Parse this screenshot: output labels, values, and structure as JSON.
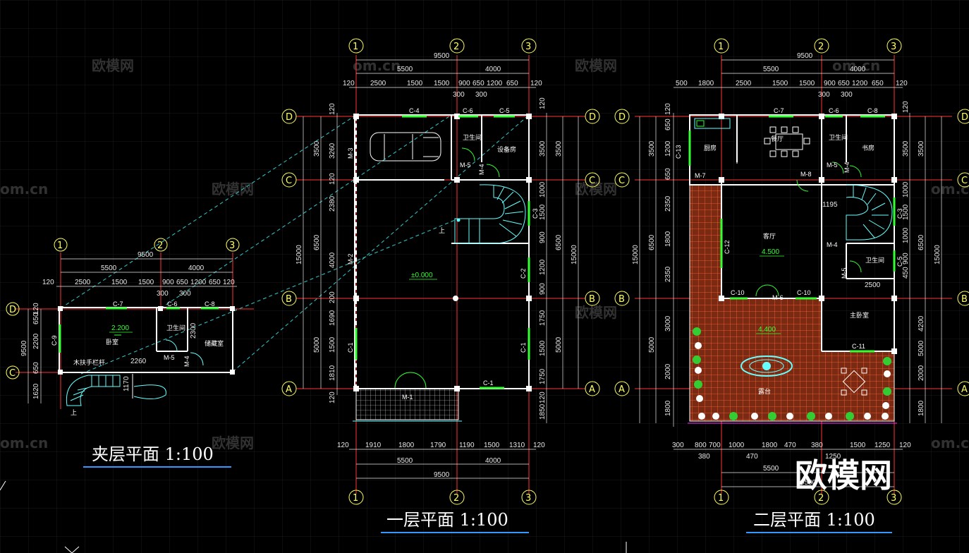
{
  "titles": {
    "mezzanine": "夹层平面  1:100",
    "first": "一层平面  1:100",
    "second": "二层平面  1:100"
  },
  "axes": {
    "c1": "1",
    "c2": "2",
    "c3": "3",
    "rA": "A",
    "rB": "B",
    "rC": "C",
    "rD": "D"
  },
  "dims": {
    "total_w": "9500",
    "w_left": "5500",
    "w_right": "4000",
    "seg_top_1": [
      "120",
      "2500",
      "1500",
      "1500",
      "900",
      "650",
      "1200",
      "650",
      "120"
    ],
    "seg_300": "300",
    "seg_bottom_1": [
      "120",
      "1910",
      "1800",
      "1790",
      "1190",
      "1500",
      "1310",
      "120"
    ],
    "seg_top_2_extra": [
      "500",
      "1800"
    ],
    "seg_bottom_2": [
      "300",
      "800",
      "700",
      "1000",
      "1800",
      "470",
      "380",
      "1500",
      "1250",
      "120"
    ],
    "seg_bottom_2b": [
      "380",
      "470",
      "1250"
    ],
    "total_h": "15000",
    "v_left": [
      "3500",
      "6500",
      "5000"
    ],
    "v_left_1": [
      "120",
      "3260",
      "120",
      "2380",
      "4000",
      "200",
      "1690",
      "1500",
      "1810",
      "120"
    ],
    "v_right_1": [
      "120",
      "3500",
      "1000",
      "1500",
      "900",
      "1200",
      "900",
      "1750",
      "1500",
      "1750",
      "120",
      "1850"
    ],
    "v_left_2": [
      "120",
      "650",
      "1200",
      "650",
      "2350",
      "1800",
      "2350",
      "3000",
      "2000",
      "1800"
    ],
    "v_right_2": [
      "120",
      "3500",
      "1000",
      "1500",
      "1000",
      "900",
      "450",
      "4200",
      "5000",
      "2000",
      "1800"
    ],
    "v_right_2_extra": [
      "6500",
      "15000"
    ],
    "mez_left": [
      "120",
      "650",
      "2200",
      "650",
      "1620"
    ],
    "mez_right": [
      "2300"
    ],
    "mez_2260": "2260",
    "mez_1170": "1170",
    "sec_2500": "2500",
    "sec_1195": "1195"
  },
  "tags": {
    "C1": "C-1",
    "C2": "C-2",
    "C3": "C-3",
    "C4": "C-4",
    "C5": "C-5",
    "C6": "C-6",
    "C7": "C-7",
    "C8": "C-8",
    "C9": "C-9",
    "C10": "C-10",
    "C11": "C-11",
    "C12": "C-12",
    "C13": "C-13",
    "M1": "M-1",
    "M2": "M-2",
    "M3": "M-3",
    "M4": "M-4",
    "M5": "M-5",
    "M6": "M-6",
    "M7": "M-7",
    "M8": "M-8"
  },
  "rooms": {
    "bathroom": "卫生间",
    "storage": "储藏室",
    "equipment": "设备房",
    "kitchen": "厨房",
    "dining": "餐厅",
    "study": "书房",
    "living": "客厅",
    "master": "主卧室",
    "bedroom": "卧室",
    "terrace": "露台",
    "bar": "木扶手栏杆",
    "up": "上"
  },
  "levels": {
    "first": "±0.000",
    "mezz": "2.200",
    "second": "4.500",
    "terrace": "4.400"
  },
  "watermarks": {
    "brand": "欧模网",
    "url": "om.cn"
  },
  "logo": "欧模网",
  "colors": {
    "bg": "#000000",
    "wall": "#ffffff",
    "axis": "#ff3333",
    "dim": "#e8e8e8",
    "window": "#33ff33",
    "stair": "#66ffff",
    "tile": "#ff6633"
  }
}
